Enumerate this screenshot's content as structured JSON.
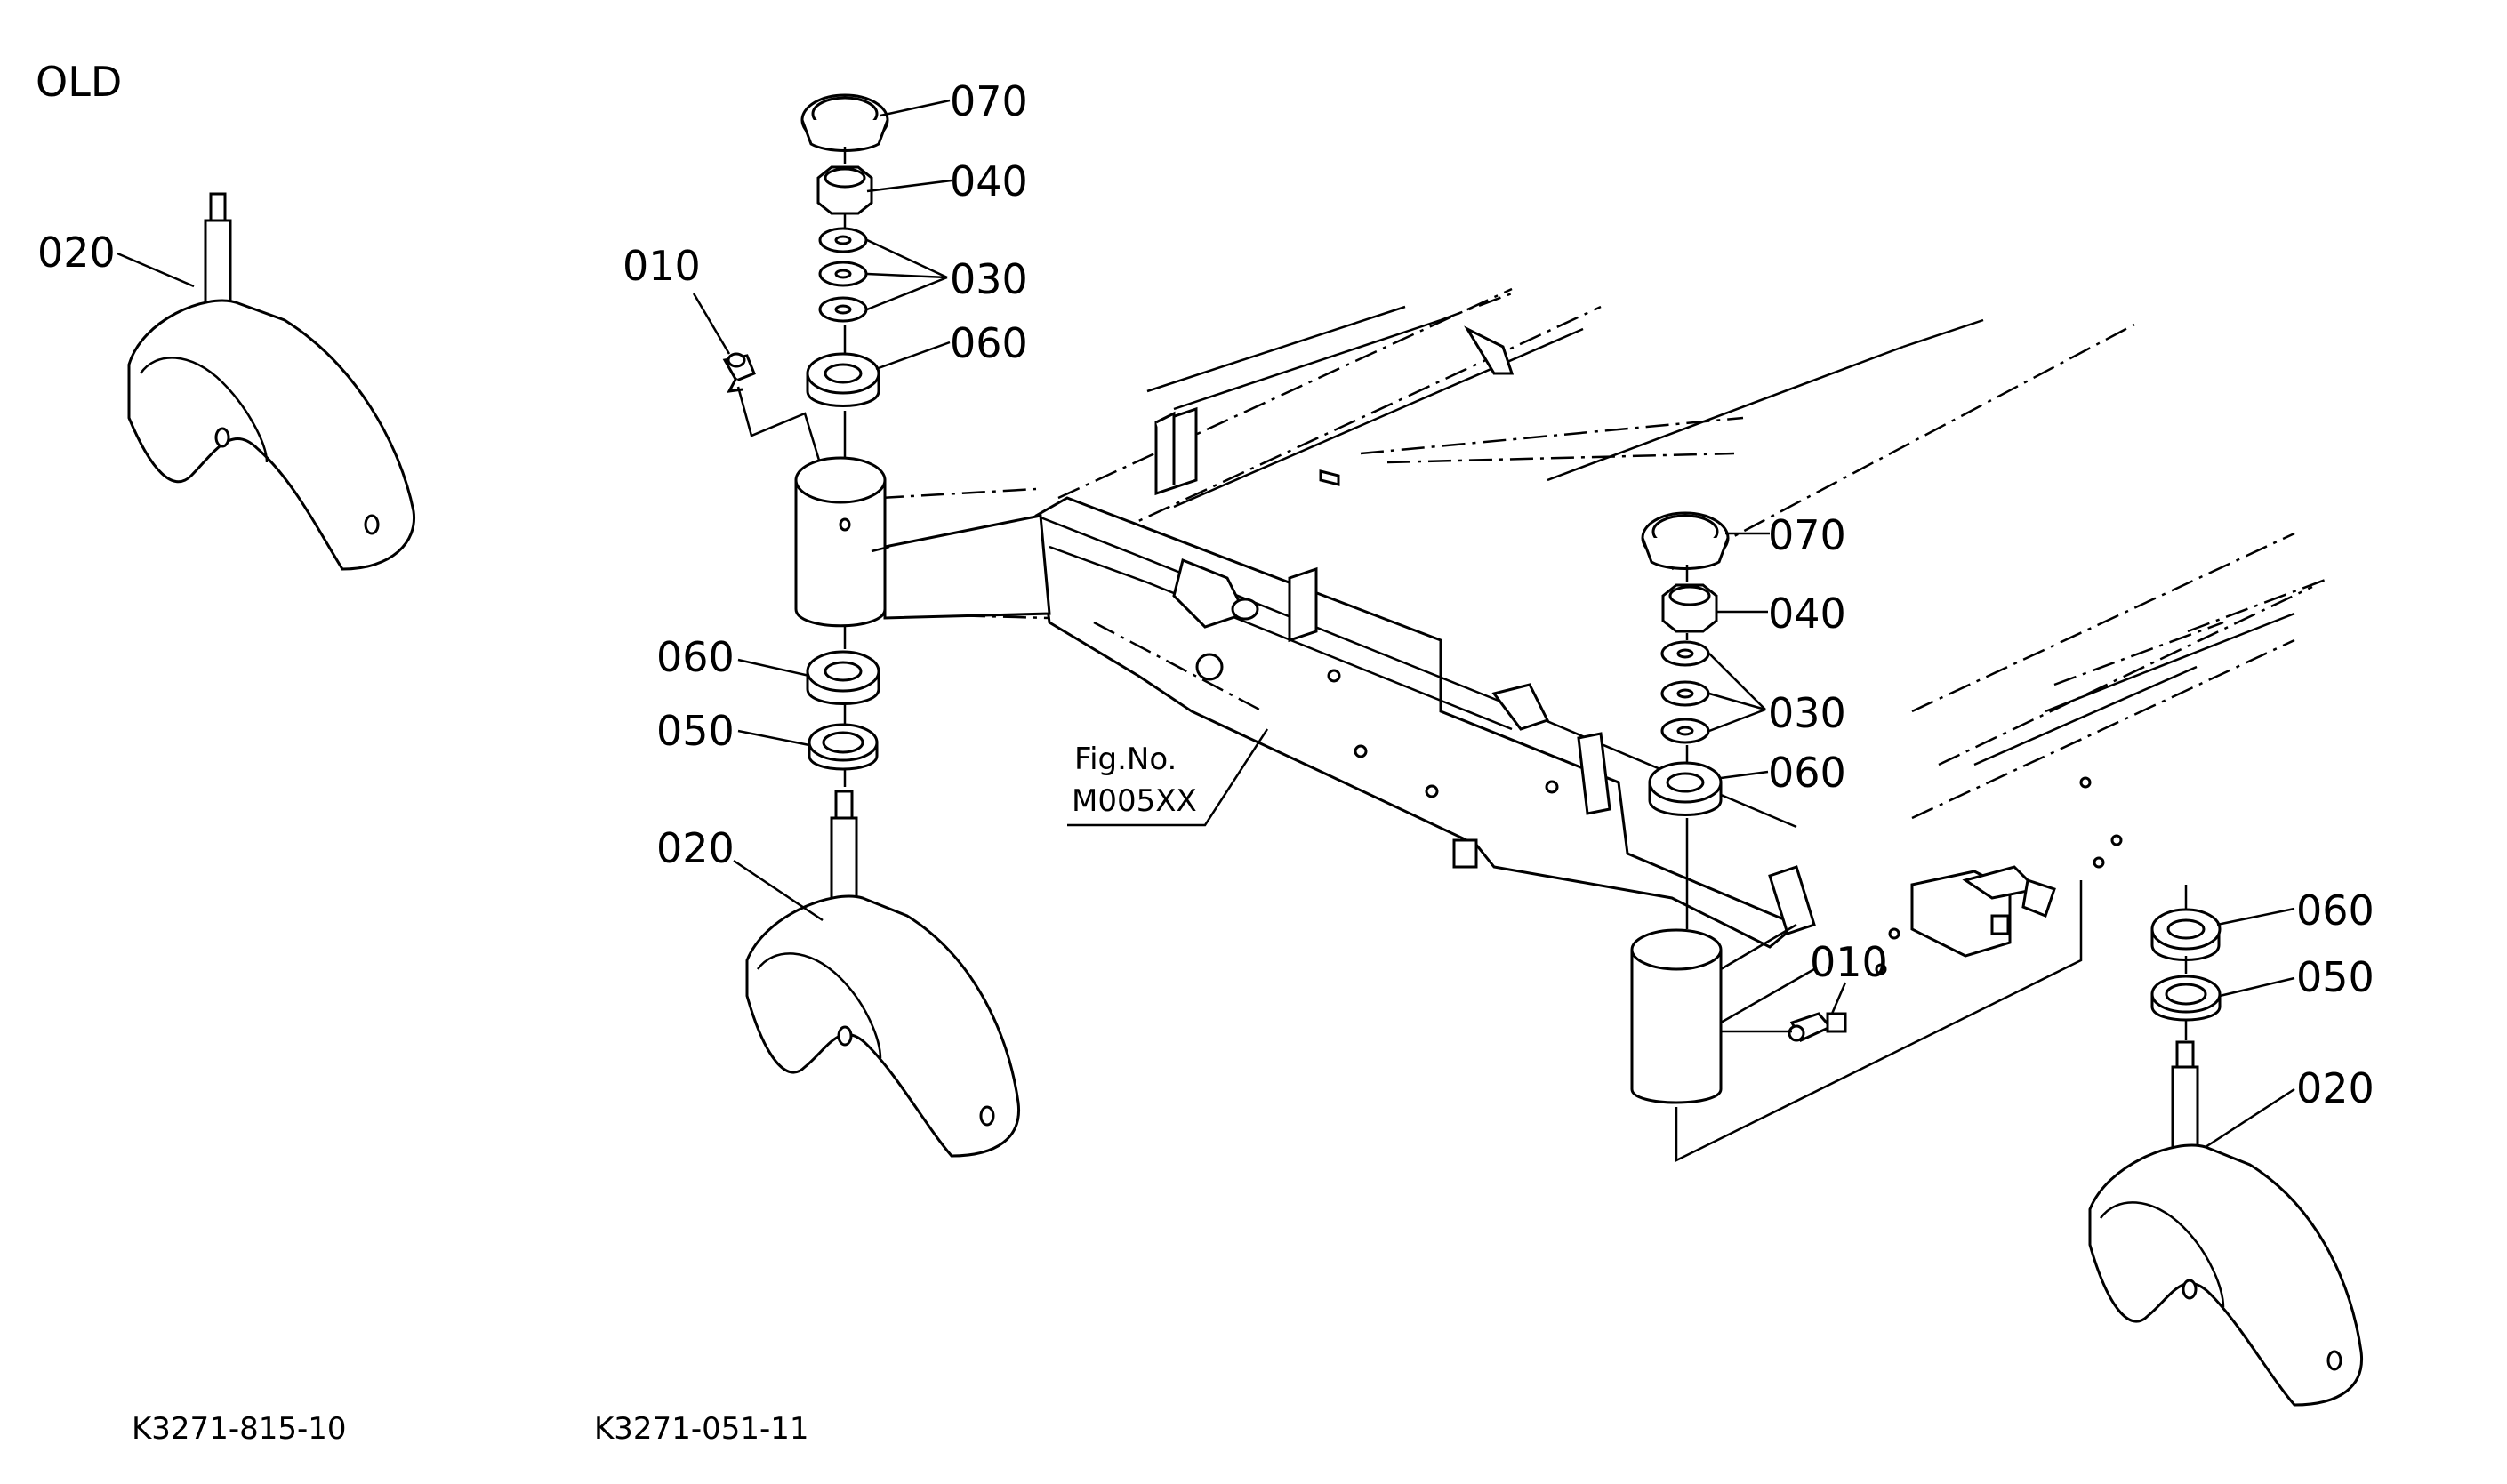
{
  "header": {
    "old_label": "OLD"
  },
  "callouts": {
    "old_020": "020",
    "left_010": "010",
    "left_070": "070",
    "left_040": "040",
    "left_030": "030",
    "left_060_top": "060",
    "left_060_bottom": "060",
    "left_050": "050",
    "left_020": "020",
    "right_070": "070",
    "right_040": "040",
    "right_030": "030",
    "right_060_top": "060",
    "right_010": "010",
    "right_060_bottom": "060",
    "right_050": "050",
    "right_020": "020"
  },
  "figure_ref": {
    "line1": "Fig.No.",
    "line2": "M005XX"
  },
  "footer": {
    "code_left": "K3271-815-10",
    "code_right": "K3271-051-11"
  }
}
